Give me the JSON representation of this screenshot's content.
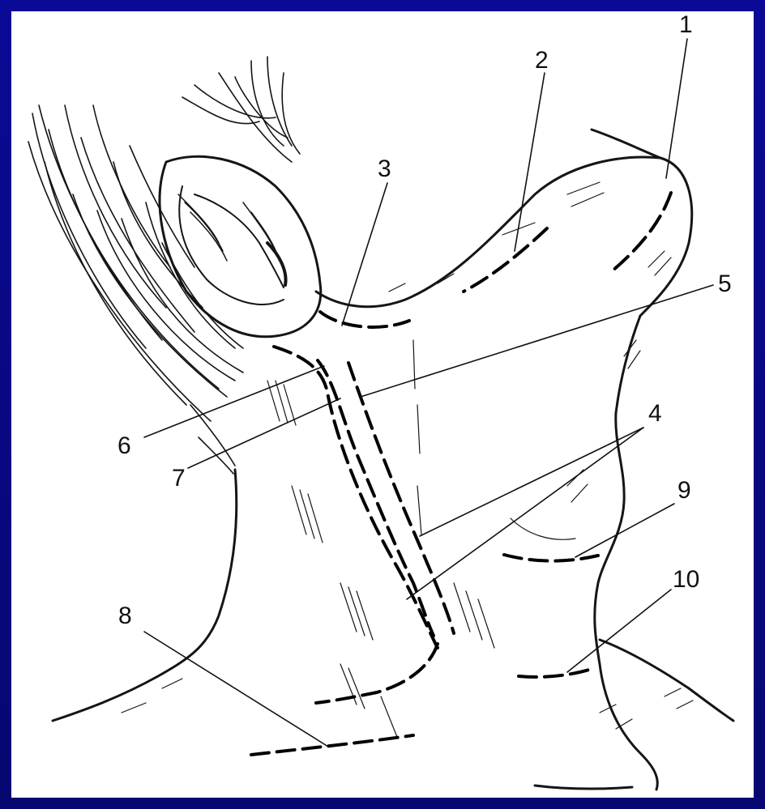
{
  "figure": {
    "labels": [
      {
        "id": "label-1",
        "text": "1"
      },
      {
        "id": "label-2",
        "text": "2"
      },
      {
        "id": "label-3",
        "text": "3"
      },
      {
        "id": "label-4",
        "text": "4"
      },
      {
        "id": "label-5",
        "text": "5"
      },
      {
        "id": "label-6",
        "text": "6"
      },
      {
        "id": "label-7",
        "text": "7"
      },
      {
        "id": "label-8",
        "text": "8"
      },
      {
        "id": "label-9",
        "text": "9"
      },
      {
        "id": "label-10",
        "text": "10"
      }
    ]
  },
  "colors": {
    "frame": "#0b0b8a",
    "background": "#ffffff",
    "ink": "#111111"
  }
}
